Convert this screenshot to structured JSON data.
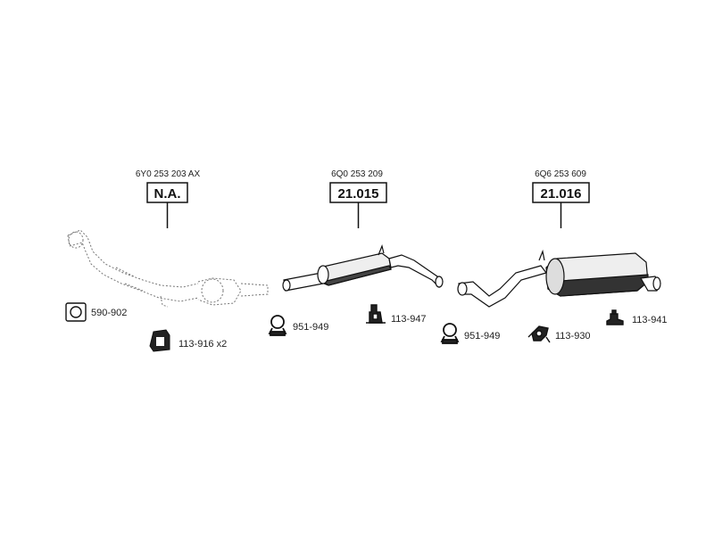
{
  "sections": [
    {
      "oem_number": "6Y0 253 203 AX",
      "catalog_number": "N.A."
    },
    {
      "oem_number": "6Q0 253 209",
      "catalog_number": "21.015"
    },
    {
      "oem_number": "6Q6 253 609",
      "catalog_number": "21.016"
    }
  ],
  "parts": [
    {
      "icon": "gasket-icon",
      "number": "590-902"
    },
    {
      "icon": "rubber-mount-icon",
      "number": "113-916 x2"
    },
    {
      "icon": "clamp-icon",
      "number": "951-949"
    },
    {
      "icon": "hanger-icon",
      "number": "113-947"
    },
    {
      "icon": "clamp-icon",
      "number": "951-949"
    },
    {
      "icon": "rubber-hanger-icon",
      "number": "113-930"
    },
    {
      "icon": "rubber-strap-icon",
      "number": "113-941"
    }
  ]
}
